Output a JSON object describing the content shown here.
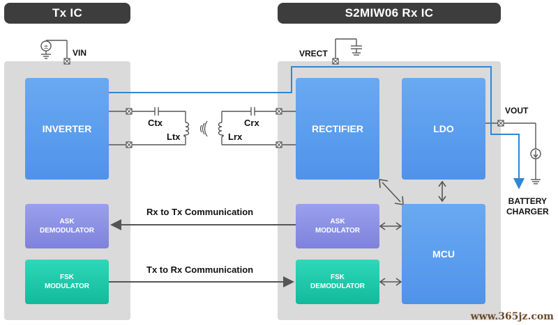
{
  "headers": {
    "tx": "Tx IC",
    "rx": "S2MIW06 Rx IC"
  },
  "tx_blocks": {
    "inverter": "INVERTER",
    "ask_demod": "ASK\nDEMODULATOR",
    "fsk_mod": "FSK\nMODULATOR"
  },
  "rx_blocks": {
    "rectifier": "RECTIFIER",
    "ldo": "LDO",
    "ask_mod": "ASK\nMODULATOR",
    "fsk_demod": "FSK\nDEMODULATOR",
    "mcu": "MCU"
  },
  "labels": {
    "vin": "VIN",
    "vrect": "VRECT",
    "vout": "VOUT",
    "ctx": "Ctx",
    "ltx": "Ltx",
    "crx": "Crx",
    "lrx": "Lrx",
    "battery_charger": "BATTERY\nCHARGER"
  },
  "comm": {
    "rx_to_tx": "Rx to Tx Communication",
    "tx_to_rx": "Tx to Rx Communication"
  },
  "watermark": "www.365jz.com",
  "colors": {
    "header_bg": "#3d3d3d",
    "panel_bg": "#dadada",
    "block_blue": "#5b9cef",
    "block_purple": "#8a8fe4",
    "block_teal": "#1fc7a7",
    "power_path": "#2f86d6",
    "wire": "#555555"
  }
}
